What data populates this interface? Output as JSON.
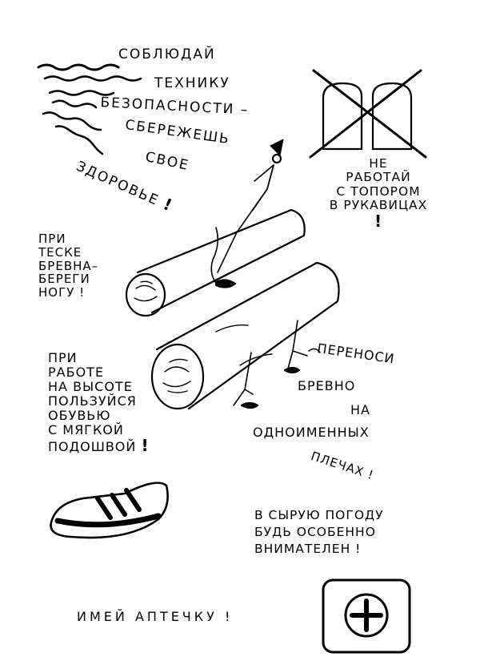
{
  "slogan": {
    "lines": [
      "СОБЛЮДАЙ",
      "ТЕХНИКУ",
      "БЕЗОПАСНОСТИ –",
      "СБЕРЕЖЕШЬ",
      "СВОЕ",
      "ЗДОРОВЬЕ"
    ],
    "excl": "!"
  },
  "gloves_rule": {
    "lines": [
      "НЕ",
      "РАБОТАЙ",
      "С ТОПОРОМ",
      "В РУКАВИЦАХ"
    ],
    "excl": "!"
  },
  "leg_rule": {
    "lines": [
      "ПРИ",
      "ТЕСКЕ",
      "БРЕВНА–",
      "БЕРЕГИ",
      "НОГУ !"
    ]
  },
  "height_rule": {
    "lines": [
      "ПРИ",
      "РАБОТЕ",
      "НА ВЫСОТЕ",
      "ПОЛЬЗУЙСЯ",
      "ОБУВЬЮ",
      "С МЯГКОЙ",
      "ПОДОШВОЙ"
    ],
    "excl": "!"
  },
  "carry_rule": {
    "lines": [
      "ПЕРЕНОСИ",
      "БРЕВНО",
      "НА",
      "ОДНОИМЕННЫХ",
      "ПЛЕЧАХ !"
    ]
  },
  "weather_rule": {
    "lines": [
      "В СЫРУЮ ПОГОДУ",
      "БУДЬ ОСОБЕННО",
      "ВНИМАТЕЛЕН !"
    ]
  },
  "first_aid": {
    "text": "ИМЕЙ АПТЕЧКУ !"
  }
}
